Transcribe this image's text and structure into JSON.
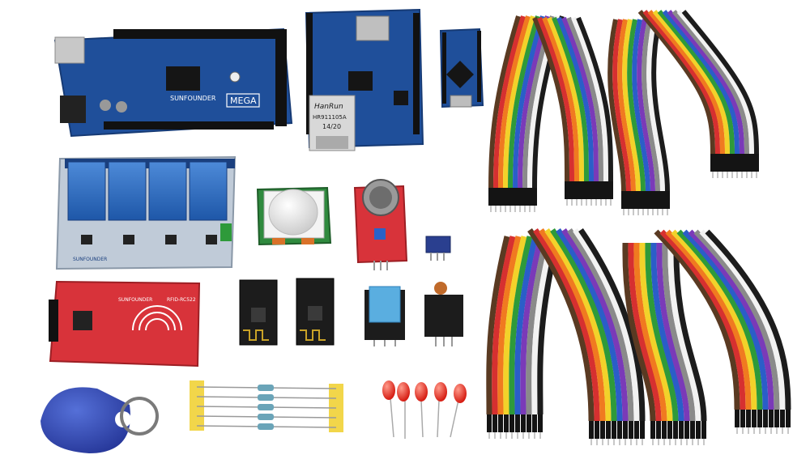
{
  "scene": {
    "background": "#ffffff",
    "board_blue": "#1f4f9a",
    "board_red": "#d8333a",
    "pcb_black": "#1c1c1c",
    "relay_blue": "#2f6fc0"
  },
  "mega": {
    "brand": "SUNFOUNDER",
    "model": "MEGA"
  },
  "ethernet": {
    "jack_brand": "HanRun",
    "jack_part": "HR911105A",
    "jack_code": "14/20"
  },
  "relay": {
    "brand": "SUNFOUNDER"
  },
  "rfid": {
    "brand": "SUNFOUNDER",
    "model": "RFID-RC522"
  }
}
